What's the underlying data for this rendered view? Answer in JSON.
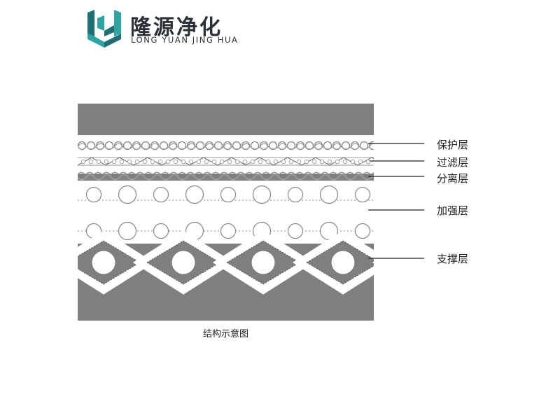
{
  "brand": {
    "name_cn": "隆源净化",
    "name_en": "LONG YUAN JING HUA",
    "logo_icon": "ly-logo-icon",
    "colors": {
      "dark": "#1f6e73",
      "light": "#2fa3a4",
      "text": "#2b2f38"
    }
  },
  "diagram": {
    "caption": "结构示意图",
    "background_color": "#7f7f7f",
    "layers": [
      {
        "id": "protective",
        "label": "保护层"
      },
      {
        "id": "filter",
        "label": "过滤层"
      },
      {
        "id": "separation",
        "label": "分离层"
      },
      {
        "id": "reinforcement",
        "label": "加强层"
      },
      {
        "id": "support",
        "label": "支撑层"
      }
    ]
  }
}
